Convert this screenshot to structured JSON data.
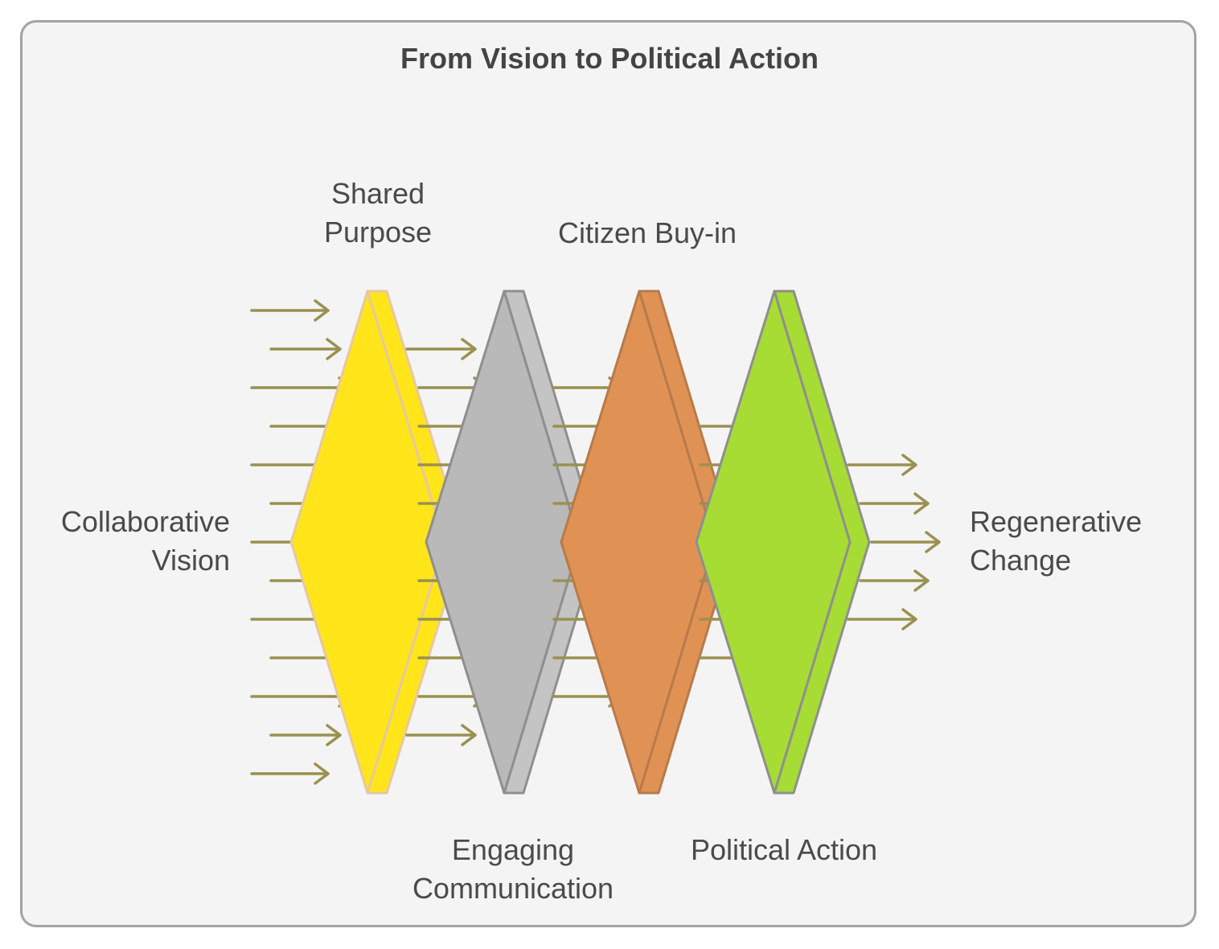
{
  "title": "From Vision to Political Action",
  "stages": [
    {
      "id": "shared-purpose",
      "lines": [
        "Shared",
        "Purpose"
      ],
      "color": "#ffe51a",
      "side_color": "#ffe51a",
      "edge": "#e6c8a0"
    },
    {
      "id": "engaging-communication",
      "lines": [
        "Engaging",
        "Communication"
      ],
      "color": "#b9b9b9",
      "side_color": "#c4c4c4",
      "edge": "#8f8f8f"
    },
    {
      "id": "citizen-buy-in",
      "lines": [
        "Citizen Buy-in"
      ],
      "color": "#e09254",
      "side_color": "#e09254",
      "edge": "#b87a4a"
    },
    {
      "id": "political-action",
      "lines": [
        "Political Action"
      ],
      "color": "#a6dc34",
      "side_color": "#a6dc34",
      "edge": "#8f8f8f"
    }
  ],
  "input_label": [
    "Collaborative",
    "Vision"
  ],
  "output_label": [
    "Regenerative",
    "Change"
  ],
  "colors": {
    "arrow": "#9a9150",
    "frame_border": "#a3a3a3",
    "background": "#f4f4f4",
    "text": "#4a4a4a"
  }
}
